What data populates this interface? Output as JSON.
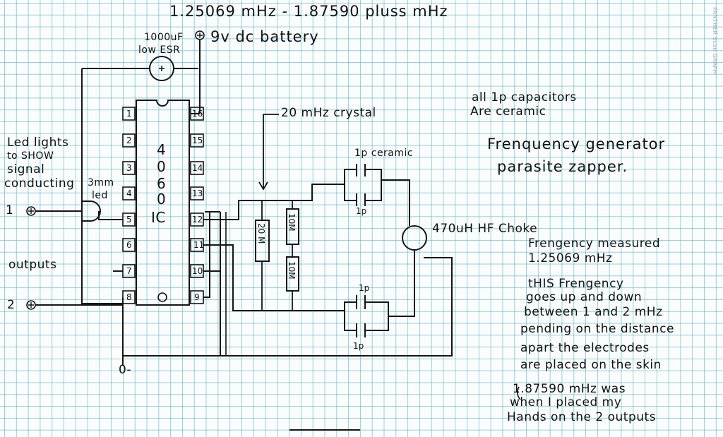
{
  "header": "1.25069 mHz - 1.87590 pluss mHz",
  "capacitor": {
    "value": "1000uF",
    "type": "low ESR",
    "polarity": "+"
  },
  "battery": {
    "symbol": "+",
    "label": "9v dc battery"
  },
  "crystal": "20 mHz crystal",
  "ceramic_note": [
    "all 1p capacitors",
    "Are ceramic"
  ],
  "title": [
    "Frenquency generator",
    "parasite zapper."
  ],
  "cap_labels": {
    "ceramic": "1p ceramic",
    "p1": "1p",
    "p2": "1p",
    "p3": "1p"
  },
  "choke": "470uH HF Choke",
  "led_note": [
    "Led lights",
    "to SHOW",
    "signal",
    "conducting",
    "3mm",
    "led"
  ],
  "chip": {
    "digits": [
      "4",
      "0",
      "6",
      "0"
    ],
    "ic": "IC",
    "left_pins": [
      "1",
      "2",
      "3",
      "4",
      "5",
      "6",
      "7",
      "8"
    ],
    "right_pins": [
      "16",
      "15",
      "14",
      "13",
      "12",
      "11",
      "10",
      "9"
    ]
  },
  "resistors": [
    "20 M",
    "10M",
    "10M"
  ],
  "outputs": {
    "label": "outputs",
    "out1": "1",
    "out2": "2",
    "minus": "0-"
  },
  "measured": [
    "Frengency measured",
    "1.25069 mHz"
  ],
  "note": [
    "tHIS Frengency",
    "goes up and down",
    "between 1 and 2 mHz",
    "pending on the distance",
    "apart the electrodes",
    "are placed on the skin"
  ],
  "note2": [
    "1.87590 mHz was",
    "when I placed my",
    "Hands on the 2 outputs"
  ],
  "sidebar": "PANTHER Scan GRAPH"
}
